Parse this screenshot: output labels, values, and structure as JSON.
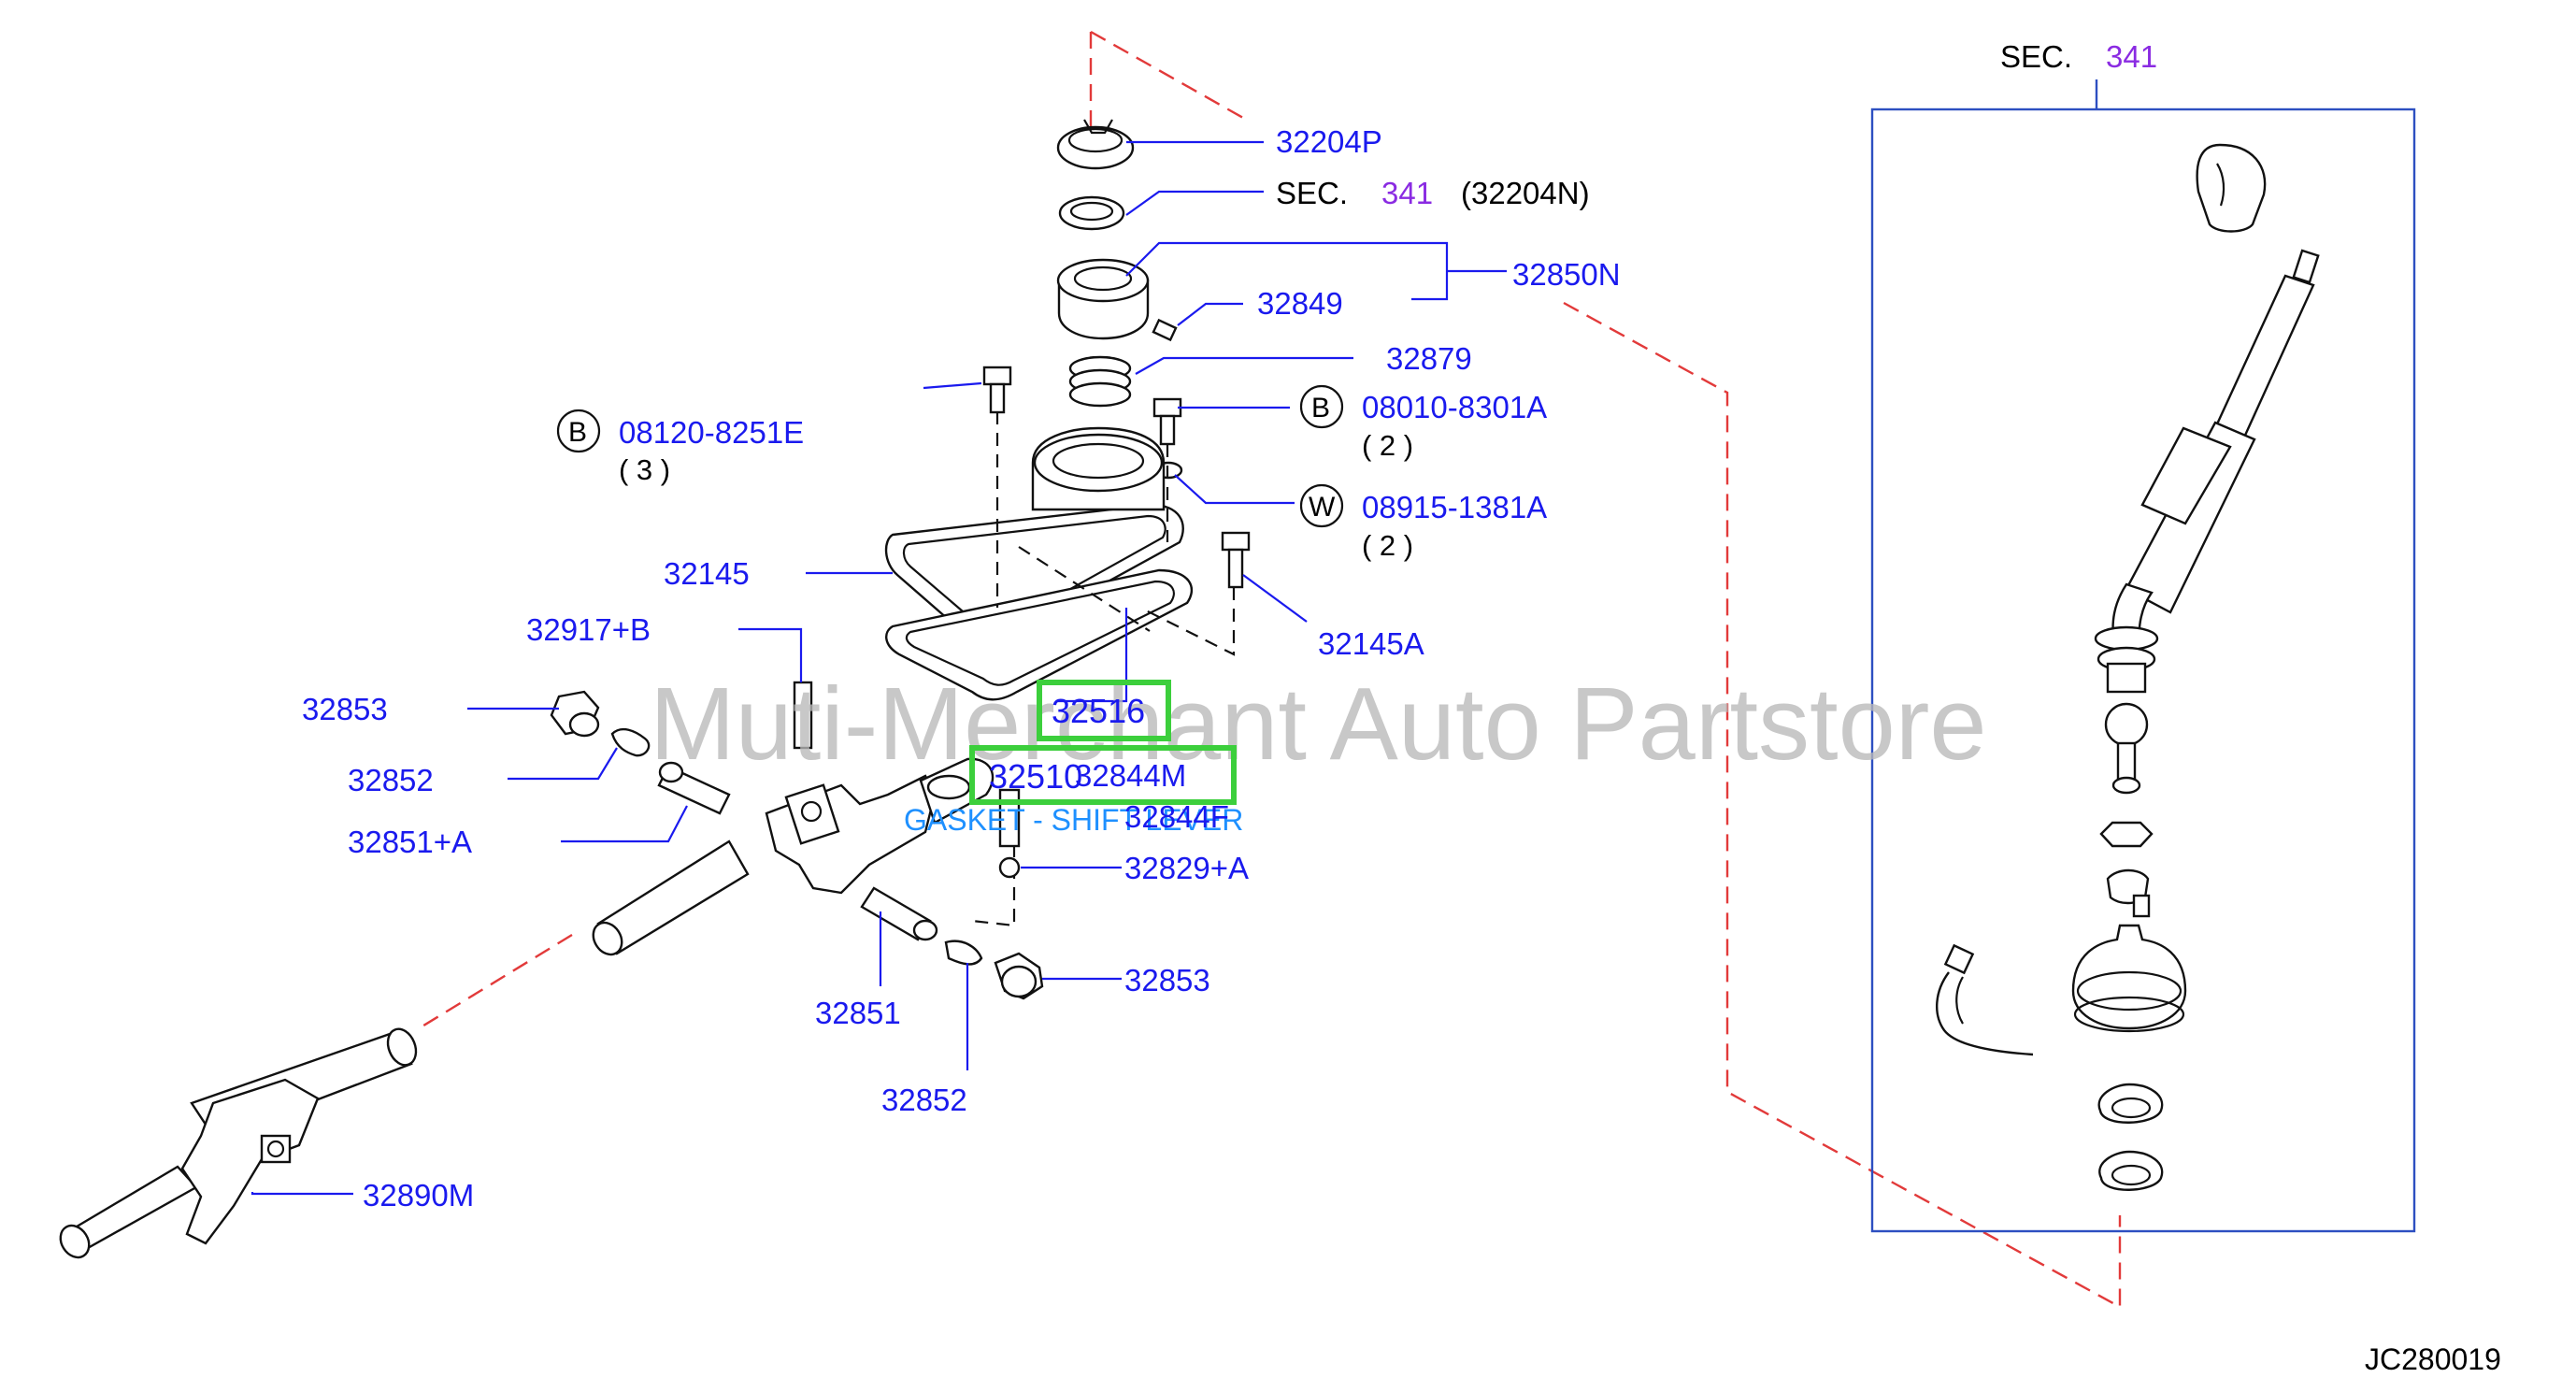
{
  "watermark": "Muti-Merchant Auto Partstore",
  "diagram_code": "JC280019",
  "sec_label": "SEC.",
  "sec_number": "341",
  "circle_b": "B",
  "circle_w": "W",
  "parts": {
    "p32204P": "32204P",
    "p32204N": "(32204N)",
    "p32849": "32849",
    "p32850N": "32850N",
    "p32879": "32879",
    "bolt_b1": "08120-8251E",
    "bolt_b1_qty": "( 3 )",
    "bolt_b2": "08010-8301A",
    "bolt_b2_qty": "( 2 )",
    "washer_w": "08915-1381A",
    "washer_w_qty": "( 2 )",
    "p32145": "32145",
    "p32145A": "32145A",
    "p32917B": "32917+B",
    "p32853_top": "32853",
    "p32852_top": "32852",
    "p32851A": "32851+A",
    "p32516": "32516",
    "p32510": "32510",
    "p32844M": "32844M",
    "p32844F": "32844F",
    "p32829A": "32829+A",
    "p32853_bottom": "32853",
    "p32851": "32851",
    "p32852_bottom": "32852",
    "p32890M": "32890M"
  },
  "gasket_caption": "GASKET - SHIFT LEVER",
  "colors": {
    "part_number": "#1a1aee",
    "section_number": "#8a2be2",
    "leader_dashed": "#e23a3a",
    "frame": "#2d4fc1",
    "highlight": "#3ccf3c",
    "caption": "#1e90ff",
    "watermark": "#b9b9b9"
  }
}
